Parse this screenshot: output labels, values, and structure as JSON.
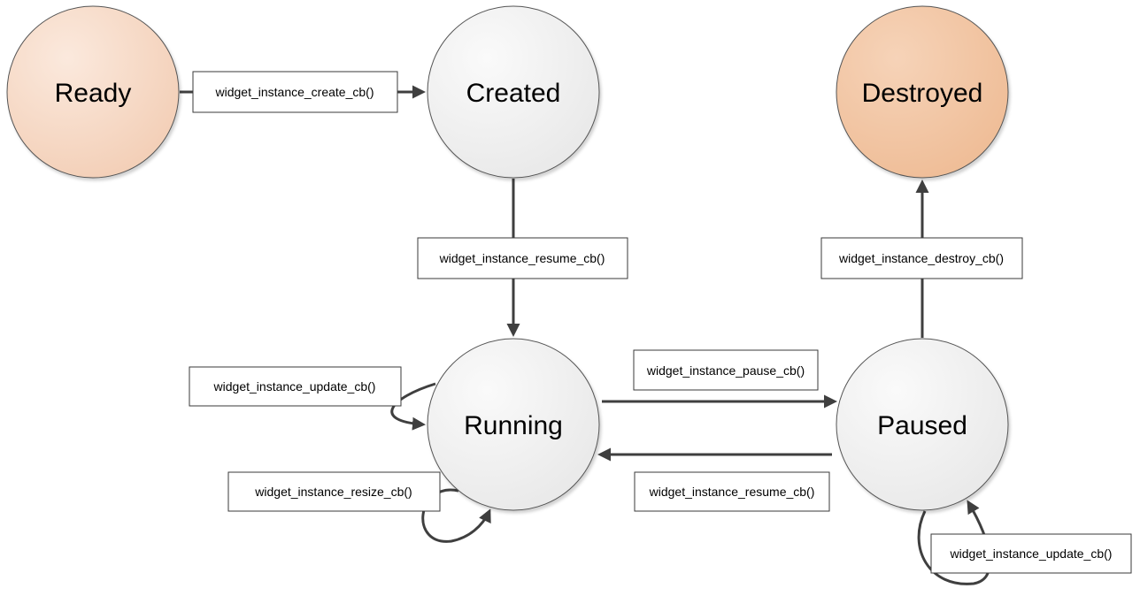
{
  "colors": {
    "ready_fill": "#f5d6c3",
    "destroyed_fill": "#f2c29f",
    "neutral_fill": "#efefef",
    "edge": "#3f3f3f"
  },
  "states": {
    "ready": "Ready",
    "created": "Created",
    "destroyed": "Destroyed",
    "running": "Running",
    "paused": "Paused"
  },
  "transitions": {
    "create": "widget_instance_create_cb()",
    "resume_created": "widget_instance_resume_cb()",
    "destroy": "widget_instance_destroy_cb()",
    "update_running": "widget_instance_update_cb()",
    "pause": "widget_instance_pause_cb()",
    "resize": "widget_instance_resize_cb()",
    "resume_paused": "widget_instance_resume_cb()",
    "update_paused": "widget_instance_update_cb()"
  }
}
